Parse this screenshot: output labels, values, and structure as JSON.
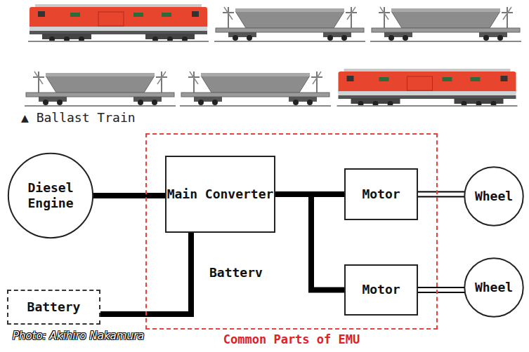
{
  "diagram": {
    "nodes": [
      {
        "text": [
          "Diesel Engine"
        ]
      },
      {
        "text": [
          "Common Parts of EMU"
        ]
      },
      {
        "text": [
          "Main Converter"
        ],
        "in": 1
      },
      {
        "text": [
          "Motor"
        ],
        "in": 1
      },
      {
        "text": [
          "Motor"
        ],
        "in": 1
      },
      {
        "text": [
          "Wheel"
        ]
      },
      {
        "text": [
          "Wheel"
        ]
      },
      {
        "text": [
          "Battery"
        ]
      }
    ],
    "edges": [
      {
        "from": 0,
        "to": 2,
        "arrow": "none"
      },
      {
        "from": 2,
        "to": 3,
        "arrow": "none"
      },
      {
        "from": 2,
        "to": 4,
        "arrow": "none"
      },
      {
        "from": 3,
        "to": 5,
        "arrow": "none"
      },
      {
        "from": 4,
        "to": 6,
        "arrow": "none"
      },
      {
        "from": 7,
        "to": 2,
        "arrow": "none"
      }
    ],
    "labels": [
      "▲ Ballast Train",
      "Batterv",
      "Photo: Akihiro Nakamura"
    ]
  }
}
